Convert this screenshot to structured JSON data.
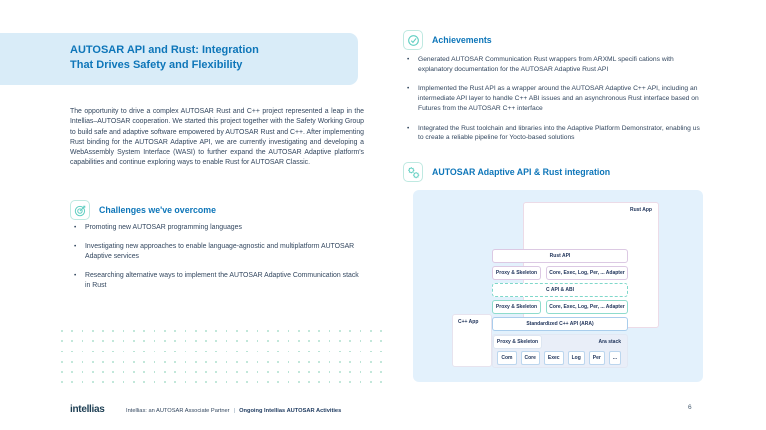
{
  "slide": {
    "title": [
      "AUTOSAR API and Rust: Integration",
      "That Drives Safety and Flexibility"
    ],
    "intro": "The opportunity to drive a complex AUTOSAR Rust and C++ project represented a leap in the Intellias–AUTOSAR cooperation. We started this project together with the Safety Working Group to build safe and adaptive software empowered by AUTOSAR Rust and C++. After implementing Rust binding for the AUTOSAR Adaptive API, we are currently investigating and developing a WebAssembly System Interface (WASI) to further expand the AUTOSAR Adaptive platform's capabilities and continue exploring ways to enable Rust for AUTOSAR Classic.",
    "page_number": "6"
  },
  "challenges": {
    "heading": "Challenges we've overcome",
    "bullets": [
      "Promoting new AUTOSAR programming languages",
      "Investigating new approaches to enable language-agnostic and multiplatform AUTOSAR Adaptive services",
      "Researching alternative ways to implement the AUTOSAR Adaptive Communication stack in Rust"
    ]
  },
  "achievements": {
    "heading": "Achievements",
    "bullets": [
      "Generated AUTOSAR Communication Rust wrappers from ARXML specifi cations with explanatory documentation for the AUTOSAR Adaptive Rust API",
      "Implemented the Rust API as a wrapper around the AUTOSAR Adaptive C++ API, including an intermediate API layer to handle C++ ABI issues and an asynchronous Rust interface based on Futures from the AUTOSAR C++ interface",
      "Integrated the Rust toolchain and libraries into the Adaptive Platform Demonstrator, enabling us to create a reliable pipeline for Yocto-based solutions"
    ]
  },
  "diagram": {
    "heading": "AUTOSAR Adaptive API & Rust integration",
    "rust_app": "Rust App",
    "rust_api": "Rust API",
    "proxy_skeleton": "Proxy & Skeleton",
    "adapter": "Core, Exec, Log, Per, ... Adapter",
    "c_api_abi": "C API & ABI",
    "ara_api": "Standardized C++ API (ARA)",
    "cpp_app": "C++ App",
    "ara_stack": "Ara stack",
    "modules": [
      "Com",
      "Core",
      "Exec",
      "Log",
      "Per",
      "..."
    ]
  },
  "footer": {
    "logo": "intellias",
    "partner_text": "Intellias: an AUTOSAR Associate Partner",
    "separator": "|",
    "activities_text": "Ongoing Intellias AUTOSAR Activities"
  },
  "colors": {
    "accent_blue": "#0e76b9",
    "title_band_bg": "#d9ecf8",
    "body_text": "#33475f",
    "teal_icon": "#62cfc2",
    "diagram_panel_bg": "#e3f1fc",
    "purple_border": "#dcc9e3",
    "teal_border": "#8edccd",
    "blue_border": "#a9cdec"
  }
}
